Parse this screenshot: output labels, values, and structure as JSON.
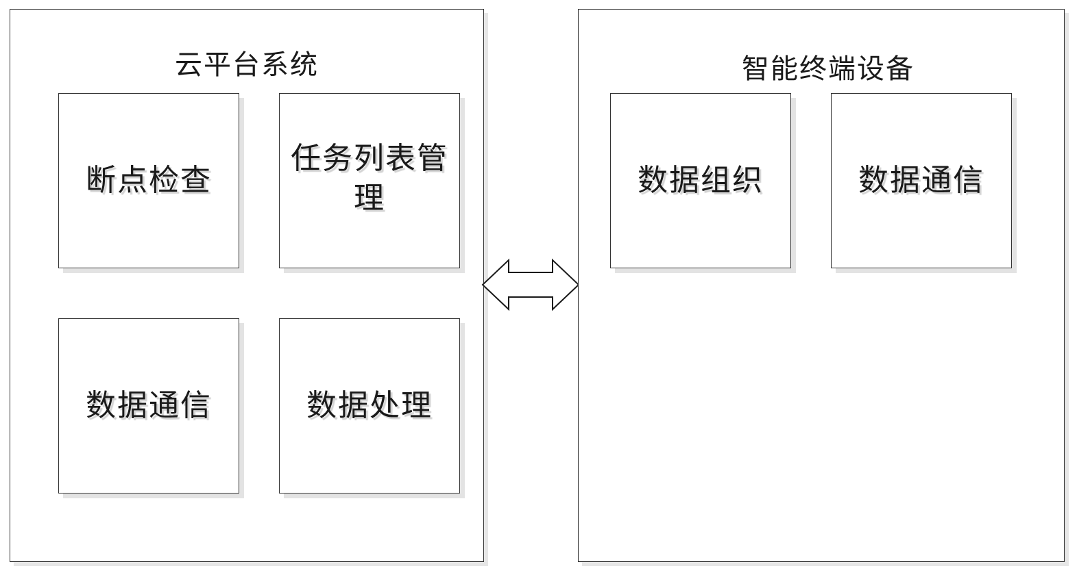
{
  "cloud_platform": {
    "title": "云平台系统",
    "modules": [
      {
        "label": "断点检查"
      },
      {
        "label": "任务列表管理"
      },
      {
        "label": "数据通信"
      },
      {
        "label": "数据处理"
      }
    ]
  },
  "smart_terminal": {
    "title": "智能终端设备",
    "modules": [
      {
        "label": "数据组织"
      },
      {
        "label": "数据通信"
      }
    ]
  },
  "connector": {
    "type": "bidirectional-arrow"
  }
}
